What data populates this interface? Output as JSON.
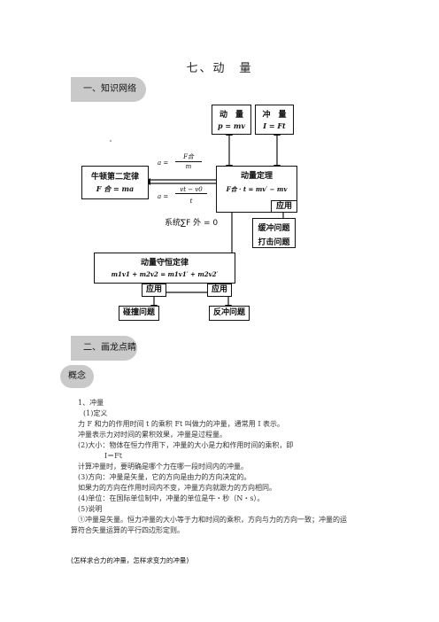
{
  "title": "七、动　量",
  "section1": "一、知识网络",
  "section2": "二、画龙点睛",
  "concept_label": "概念",
  "diagram": {
    "momentum_title": "动　量",
    "momentum_formula": "p = mv",
    "impulse_title": "冲　量",
    "impulse_formula": "I = Ft",
    "newton_title": "牛顿第二定律",
    "newton_formula": "F 合 = ma",
    "frac1_lhs": "a =",
    "frac1_num": "F合",
    "frac1_den": "m",
    "frac2_lhs": "a =",
    "frac2_num": "vt − v0",
    "frac2_den": "t",
    "theorem_title": "动量定理",
    "theorem_formula": "F合 · t = mv′ − mv",
    "theorem_apply": "应用",
    "system_cond": "系统∑F 外 = 0",
    "buffer": "缓冲问题",
    "strike": "打击问题",
    "conservation_title": "动量守恒定律",
    "conservation_formula": "m1v1 + m2v2 = m1v1′ + m2v2′",
    "apply_left": "应用",
    "apply_right": "应用",
    "collision": "碰撞问题",
    "recoil": "反冲问题"
  },
  "content": {
    "item1": "1、冲量",
    "def_head": "(1)定义",
    "def1": "力 F 和力的作用时间 t 的乘积 Ft 叫做力的冲量，通常用 I 表示。",
    "def2": "冲量表示力对时间的累积效果，冲量是过程量。",
    "size": "(2)大小：物体在恒力作用下，冲量的大小是力和作用时间的乘积，即",
    "formula": "I＝Ft",
    "calc": "计算冲量时，要明确是哪个力在哪一段时间内的冲量。",
    "direction": "(3)方向：冲量是矢量，它的方向是由力的方向决定的。",
    "direction2": "如果力的方向在作用时间内不变，冲量方向就跟力的方向相同。",
    "unit": "(4)单位：在国际单位制中，冲量的单位是牛・秒（N・s）。",
    "note_head": "(5)说明",
    "note1": "①冲量是矢量。恒力冲量的大小等于力和时间的乘积，方向与力的方向一致；冲量的运",
    "note2": "算符合矢量运算的平行四边形定则。",
    "question": "(怎样求合力的冲量，怎样求变力的冲量)"
  }
}
